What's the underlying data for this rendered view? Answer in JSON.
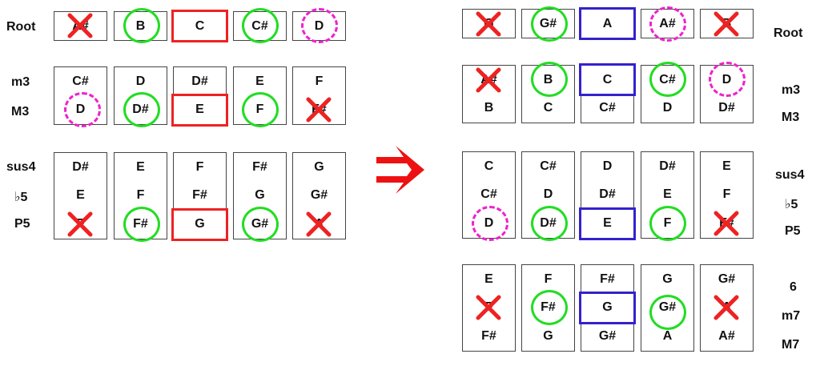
{
  "left": {
    "row_labels": [
      "Root",
      "m3",
      "M3",
      "sus4",
      "♭5",
      "P5"
    ],
    "root": [
      "A#",
      "B",
      "C",
      "C#",
      "D"
    ],
    "third_top": [
      "C#",
      "D",
      "D#",
      "E",
      "F"
    ],
    "third_bottom": [
      "D",
      "D#",
      "E",
      "F",
      "F#"
    ],
    "fifth_top": [
      "D#",
      "E",
      "F",
      "F#",
      "G"
    ],
    "fifth_mid": [
      "E",
      "F",
      "F#",
      "G",
      "G#"
    ],
    "fifth_bottom": [
      "F",
      "F#",
      "G",
      "G#",
      "A"
    ]
  },
  "right": {
    "row_labels": [
      "Root",
      "m3",
      "M3",
      "sus4",
      "♭5",
      "P5",
      "6",
      "m7",
      "M7"
    ],
    "root": [
      "G",
      "G#",
      "A",
      "A#",
      "B"
    ],
    "third_top": [
      "A#",
      "B",
      "C",
      "C#",
      "D"
    ],
    "third_bottom": [
      "B",
      "C",
      "C#",
      "D",
      "D#"
    ],
    "fifth_top": [
      "C",
      "C#",
      "D",
      "D#",
      "E"
    ],
    "fifth_mid": [
      "C#",
      "D",
      "D#",
      "E",
      "F"
    ],
    "fifth_bottom": [
      "D",
      "D#",
      "E",
      "F",
      "F#"
    ],
    "seventh_top": [
      "E",
      "F",
      "F#",
      "G",
      "G#"
    ],
    "seventh_mid": [
      "F",
      "F#",
      "G",
      "G#",
      "A"
    ],
    "seventh_bottom": [
      "F#",
      "G",
      "G#",
      "A",
      "A#"
    ]
  },
  "colors": {
    "circle": "#22dd22",
    "dashed_circle": "#ee22cc",
    "cross": "#ee2222",
    "left_highlight": "#ee2222",
    "right_highlight": "#3322cc",
    "arrow": "#ee1111"
  }
}
